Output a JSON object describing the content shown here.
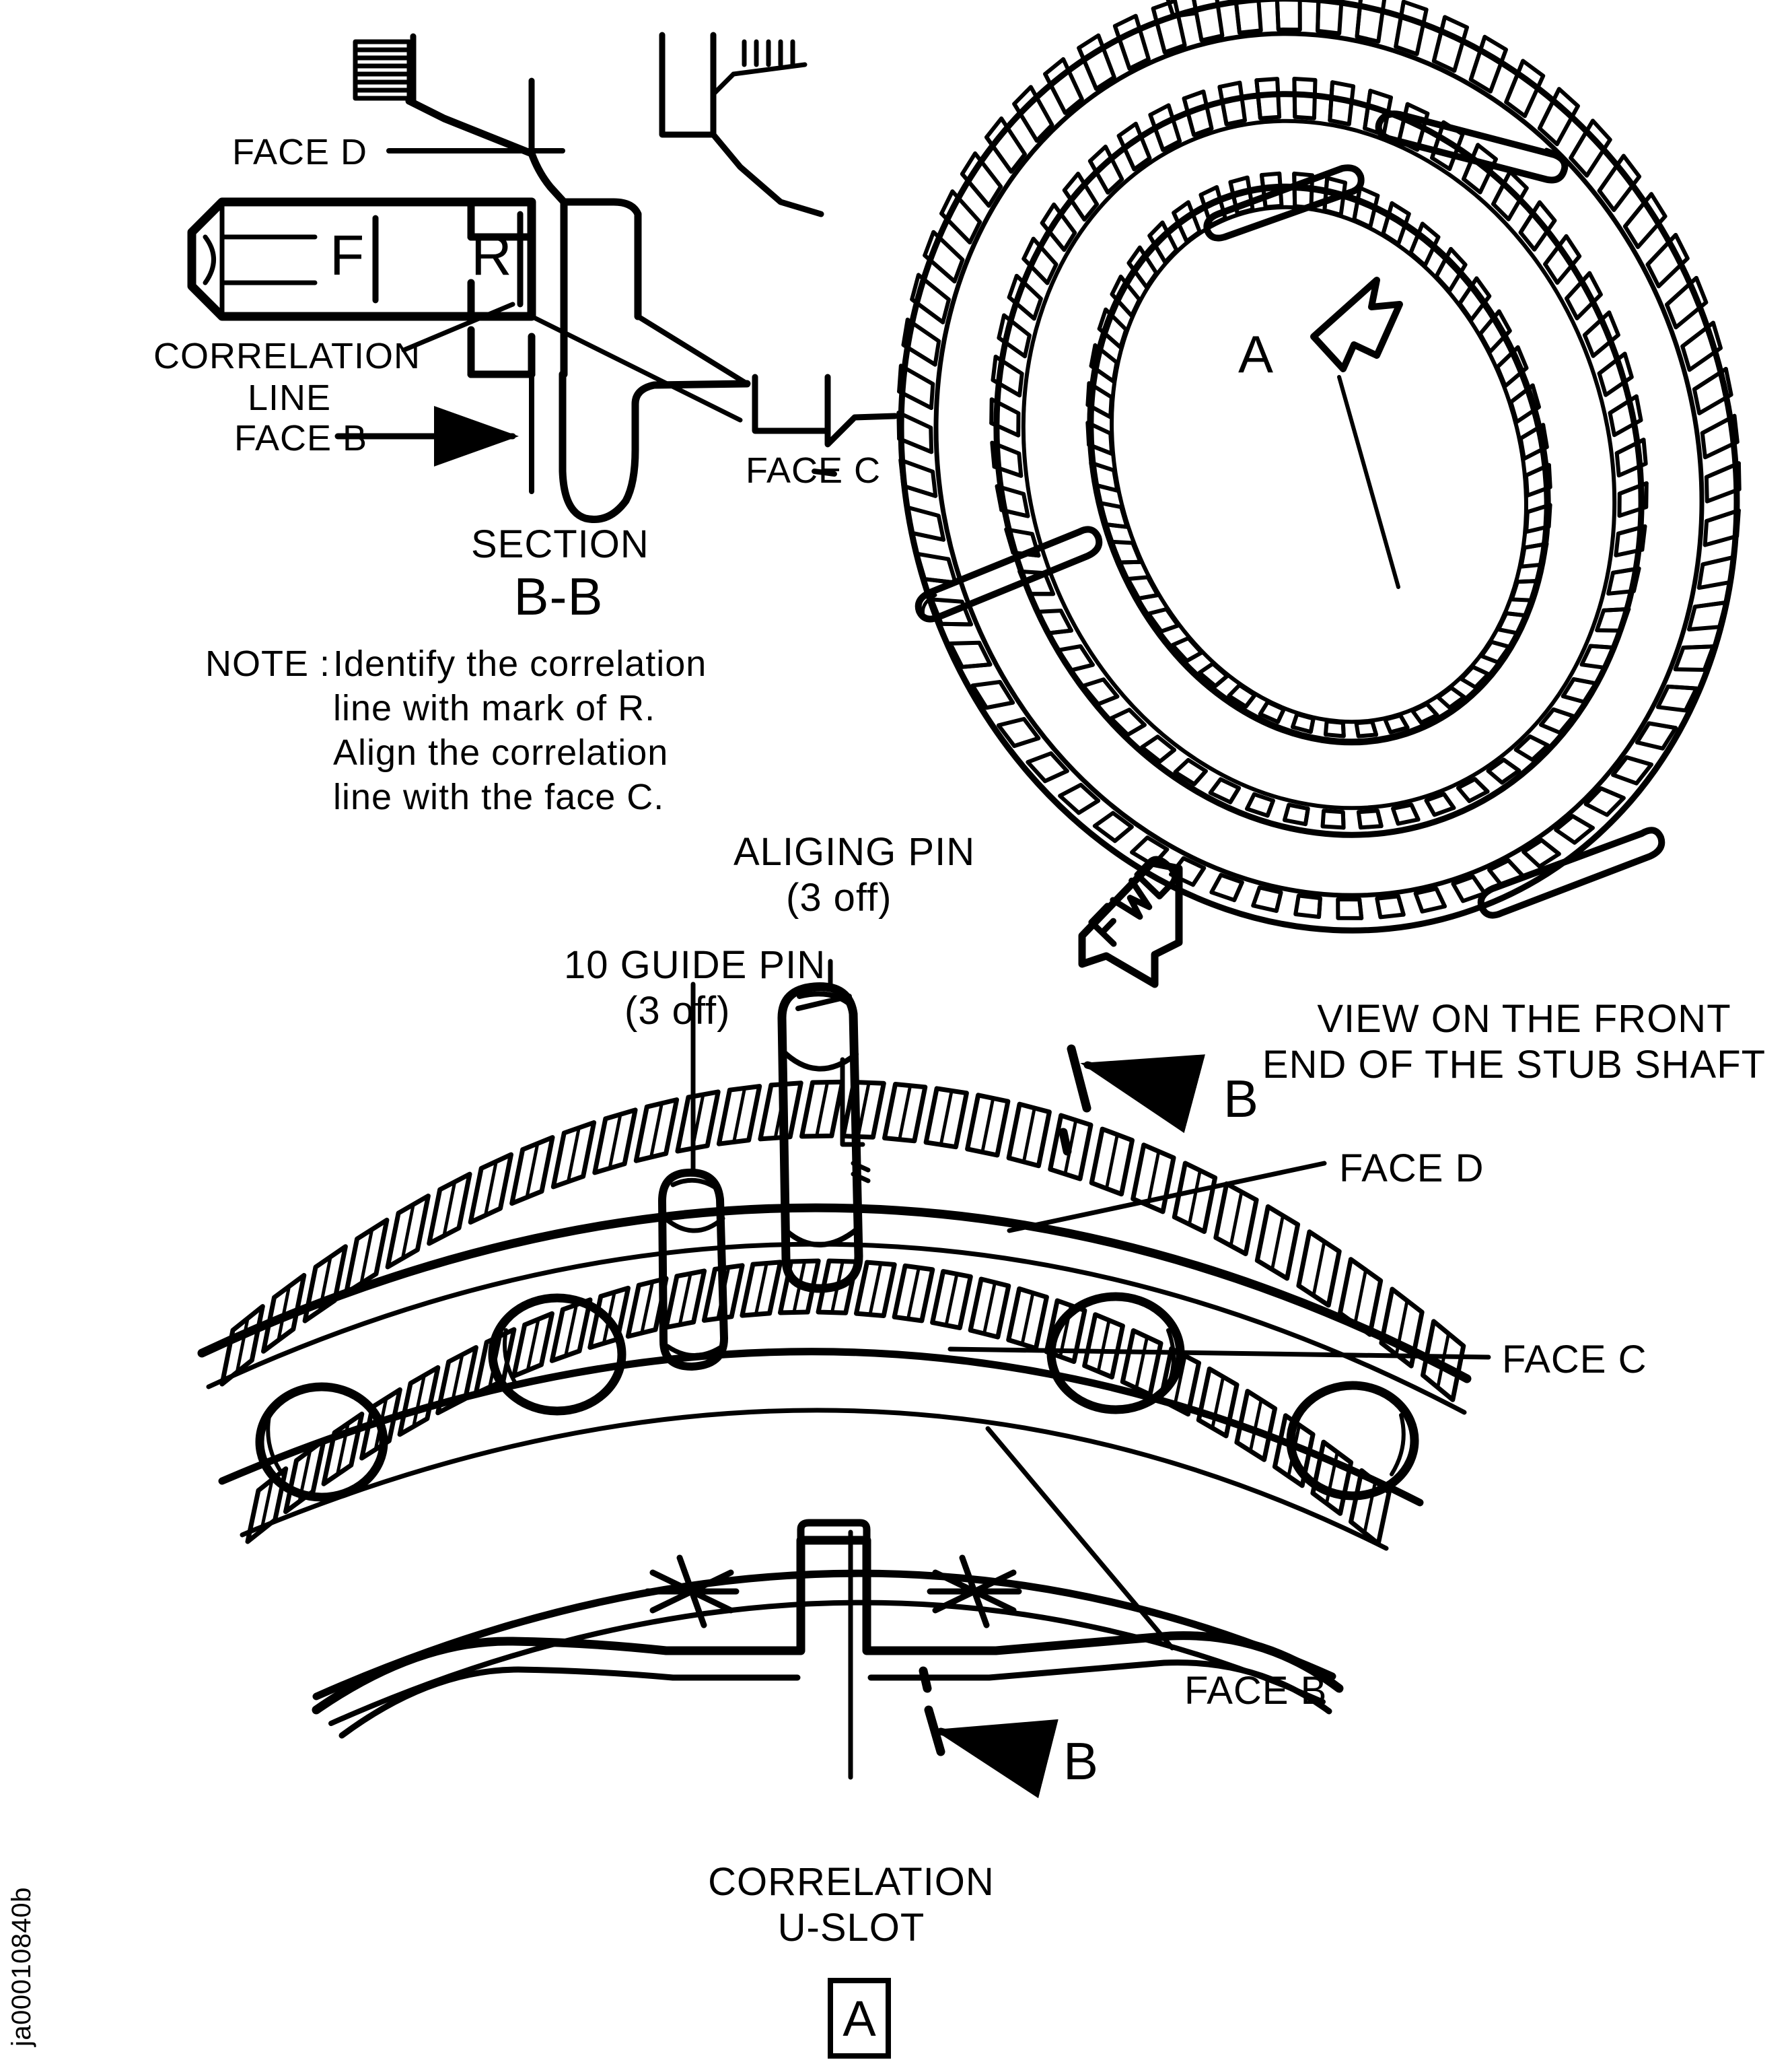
{
  "document": {
    "figure_id": "ja00010840b",
    "type": "technical-exploded-assembly-drawing",
    "subject": "Flywheel / ring gear correlation marking and alignment pins"
  },
  "section_bb": {
    "labels": {
      "face_d": "FACE D",
      "face_b": "FACE B",
      "face_c": "FACE C",
      "correlation_line_1": "CORRELATION",
      "correlation_line_2": "LINE",
      "mark_f": "F",
      "mark_r": "R"
    },
    "caption": {
      "line1": "SECTION",
      "line2": "B-B"
    },
    "note": {
      "prefix": "NOTE :",
      "lines": [
        "Identify the correlation",
        "line with mark of R.",
        "Align the correlation",
        "line with the face C."
      ]
    }
  },
  "stub_shaft_view": {
    "arrow_label_a": "A",
    "fwd_arrow_label": "FWD",
    "pin_marks": [
      "F",
      "R"
    ],
    "caption": {
      "line1": "VIEW ON THE FRONT",
      "line2": "END OF THE STUB SHAFT"
    }
  },
  "main_view": {
    "labels": {
      "aligning_pin_line1": "ALIGING PIN",
      "aligning_pin_line2": "(3 off)",
      "guide_pin_line1": "10 GUIDE PIN",
      "guide_pin_line2": "(3 off)",
      "face_d": "FACE D",
      "face_c": "FACE C",
      "face_b": "FACE B",
      "correlation_uslot_line1": "CORRELATION",
      "correlation_uslot_line2": "U-SLOT",
      "section_marker_top": "B",
      "section_marker_bottom": "B",
      "view_marker": "A"
    }
  },
  "style": {
    "ink": "#000000",
    "background": "#ffffff"
  }
}
